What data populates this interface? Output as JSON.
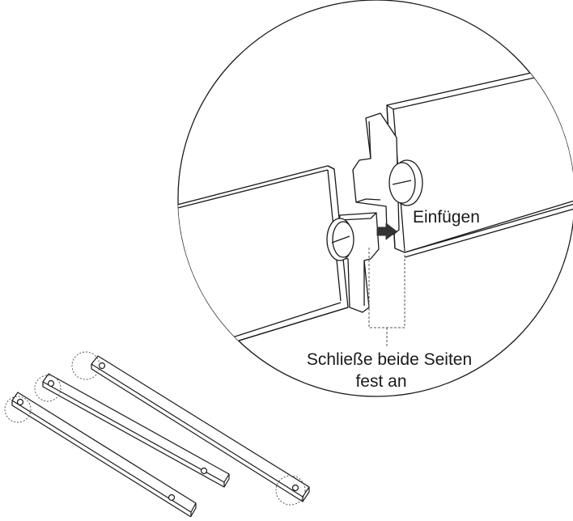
{
  "labels": {
    "insert": "Einfügen",
    "fasten_line1": "Schließe beide Seiten",
    "fasten_line2": "fest an"
  },
  "colors": {
    "line": "#1a1a1a",
    "arrow": "#333333",
    "background": "#ffffff"
  }
}
